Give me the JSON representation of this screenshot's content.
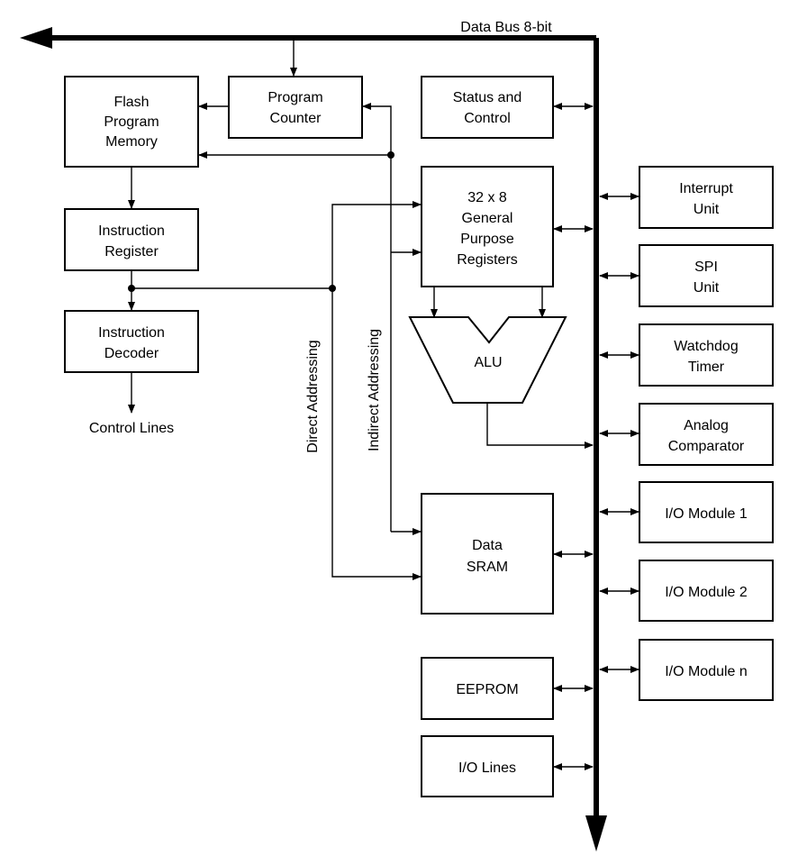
{
  "bus": {
    "label": "Data Bus 8-bit"
  },
  "blocks": {
    "flash": [
      "Flash",
      "Program",
      "Memory"
    ],
    "program_counter": [
      "Program",
      "Counter"
    ],
    "status_control": [
      "Status and",
      "Control"
    ],
    "gp_registers": [
      "32 x 8",
      "General",
      "Purpose",
      "Registers"
    ],
    "instruction_register": [
      "Instruction",
      "Register"
    ],
    "instruction_decoder": [
      "Instruction",
      "Decoder"
    ],
    "alu": "ALU",
    "data_sram": [
      "Data",
      "SRAM"
    ],
    "eeprom": "EEPROM",
    "io_lines": "I/O Lines",
    "interrupt_unit": [
      "Interrupt",
      "Unit"
    ],
    "spi_unit": [
      "SPI",
      "Unit"
    ],
    "watchdog_timer": [
      "Watchdog",
      "Timer"
    ],
    "analog_comparator": [
      "Analog",
      "Comparator"
    ],
    "io_module_1": "I/O Module 1",
    "io_module_2": "I/O Module 2",
    "io_module_n": "I/O Module n"
  },
  "labels": {
    "control_lines": "Control Lines",
    "direct_addressing": "Direct Addressing",
    "indirect_addressing": "Indirect Addressing"
  }
}
